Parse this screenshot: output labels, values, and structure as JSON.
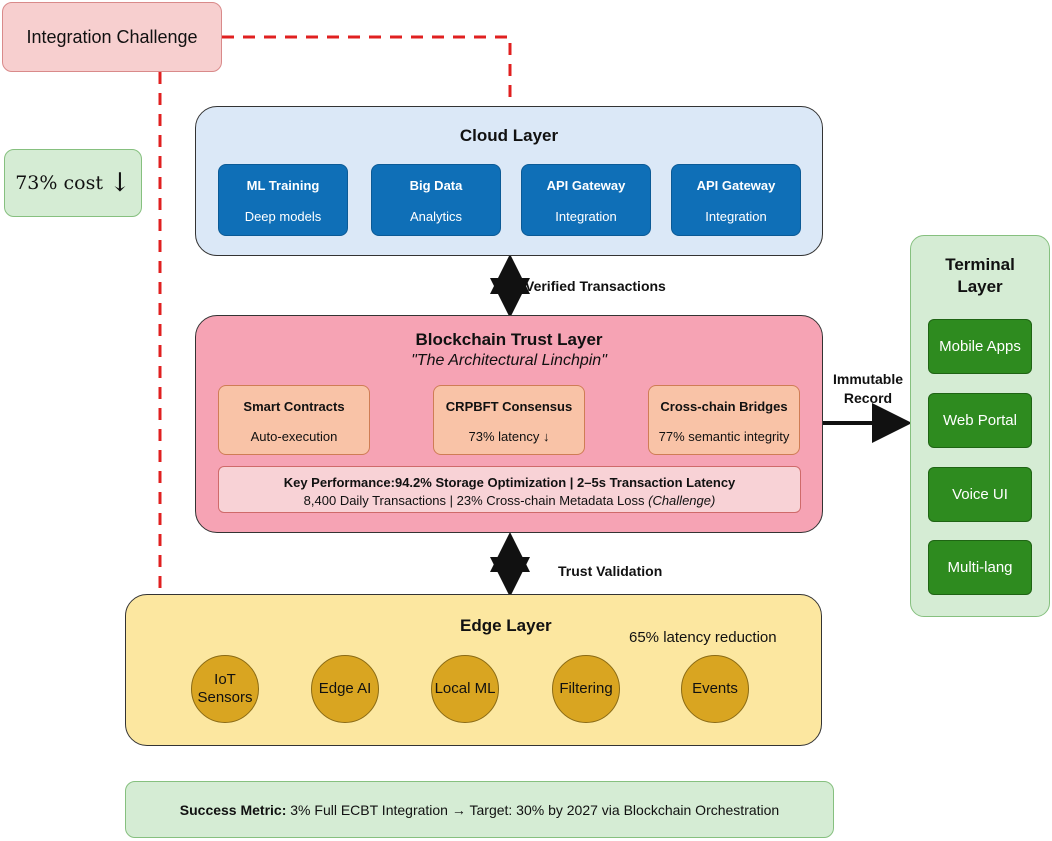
{
  "integration_challenge": "Integration Challenge",
  "cost_box": {
    "text": "73% cost",
    "arrow": "↓"
  },
  "cloud_layer": {
    "title": "Cloud Layer",
    "cards": [
      {
        "title": "ML Training",
        "subtitle": "Deep models"
      },
      {
        "title": "Big Data",
        "subtitle": "Analytics"
      },
      {
        "title": "API Gateway",
        "subtitle": "Integration"
      },
      {
        "title": "API Gateway",
        "subtitle": "Integration"
      }
    ]
  },
  "connectors": {
    "cloud_chain": "Verified Transactions",
    "chain_edge": "Trust Validation",
    "chain_terminal_line1": "Immutable",
    "chain_terminal_line2": "Record"
  },
  "blockchain_layer": {
    "title": "Blockchain Trust Layer",
    "subtitle": "\"The Architectural Linchpin\"",
    "cards": [
      {
        "title": "Smart Contracts",
        "subtitle": "Auto-execution"
      },
      {
        "title": "CRPBFT Consensus",
        "subtitle": "73% latency ↓"
      },
      {
        "title": "Cross-chain Bridges",
        "subtitle": "77% semantic integrity"
      }
    ],
    "performance": {
      "line1": "Key Performance:94.2% Storage Optimization | 2–5s Transaction Latency",
      "line2_main": "8,400 Daily Transactions | 23% Cross-chain Metadata Loss ",
      "line2_note": "(Challenge)"
    }
  },
  "edge_layer": {
    "title": "Edge Layer",
    "stat": "65% latency reduction",
    "nodes": [
      {
        "line1": "IoT",
        "line2": "Sensors"
      },
      {
        "line1": "Edge AI",
        "line2": ""
      },
      {
        "line1": "Local ML",
        "line2": ""
      },
      {
        "line1": "Filtering",
        "line2": ""
      },
      {
        "line1": "Events",
        "line2": ""
      }
    ]
  },
  "terminal_layer": {
    "title_line1": "Terminal",
    "title_line2": "Layer",
    "items": [
      "Mobile Apps",
      "Web Portal",
      "Voice UI",
      "Multi-lang"
    ]
  },
  "success_metric": {
    "label": "Success Metric:",
    "text": " 3% Full ECBT Integration → Target: 30% by 2027 via Blockchain Orchestration"
  },
  "colors": {
    "dashed_line": "#e02020",
    "cloud_card": "#0f6fb7",
    "terminal_button": "#2e8b1f",
    "edge_node": "#d9a521"
  }
}
